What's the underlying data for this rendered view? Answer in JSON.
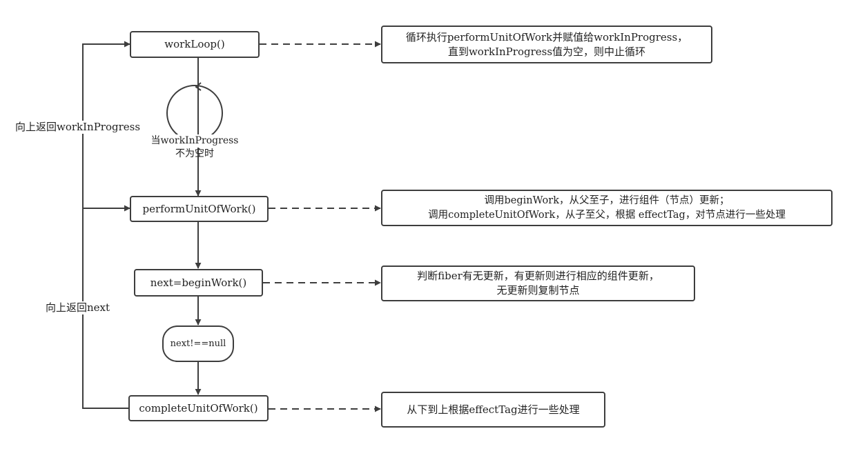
{
  "nodes": {
    "work_loop": "workLoop()",
    "perform_unit": "performUnitOfWork()",
    "begin_work": "next=beginWork()",
    "check_next": "next!==null",
    "complete_unit": "completeUnitOfWork()"
  },
  "notes": {
    "work_loop": [
      "循环执行performUnitOfWork并赋值给workInProgress，",
      "直到workInProgress值为空，则中止循环"
    ],
    "perform_unit": [
      "调用beginWork，从父至子，进行组件（节点）更新；",
      "调用completeUnitOfWork，从子至父，根据 effectTag，对节点进行一些处理"
    ],
    "begin_work": [
      "判断fiber有无更新，有更新则进行相应的组件更新，",
      "无更新则复制节点"
    ],
    "complete_unit": [
      "从下到上根据effectTag进行一些处理"
    ]
  },
  "loop_condition": [
    "当workInProgress",
    "不为空时"
  ],
  "return_labels": {
    "work_in_progress": "向上返回workInProgress",
    "next": "向上返回next"
  }
}
